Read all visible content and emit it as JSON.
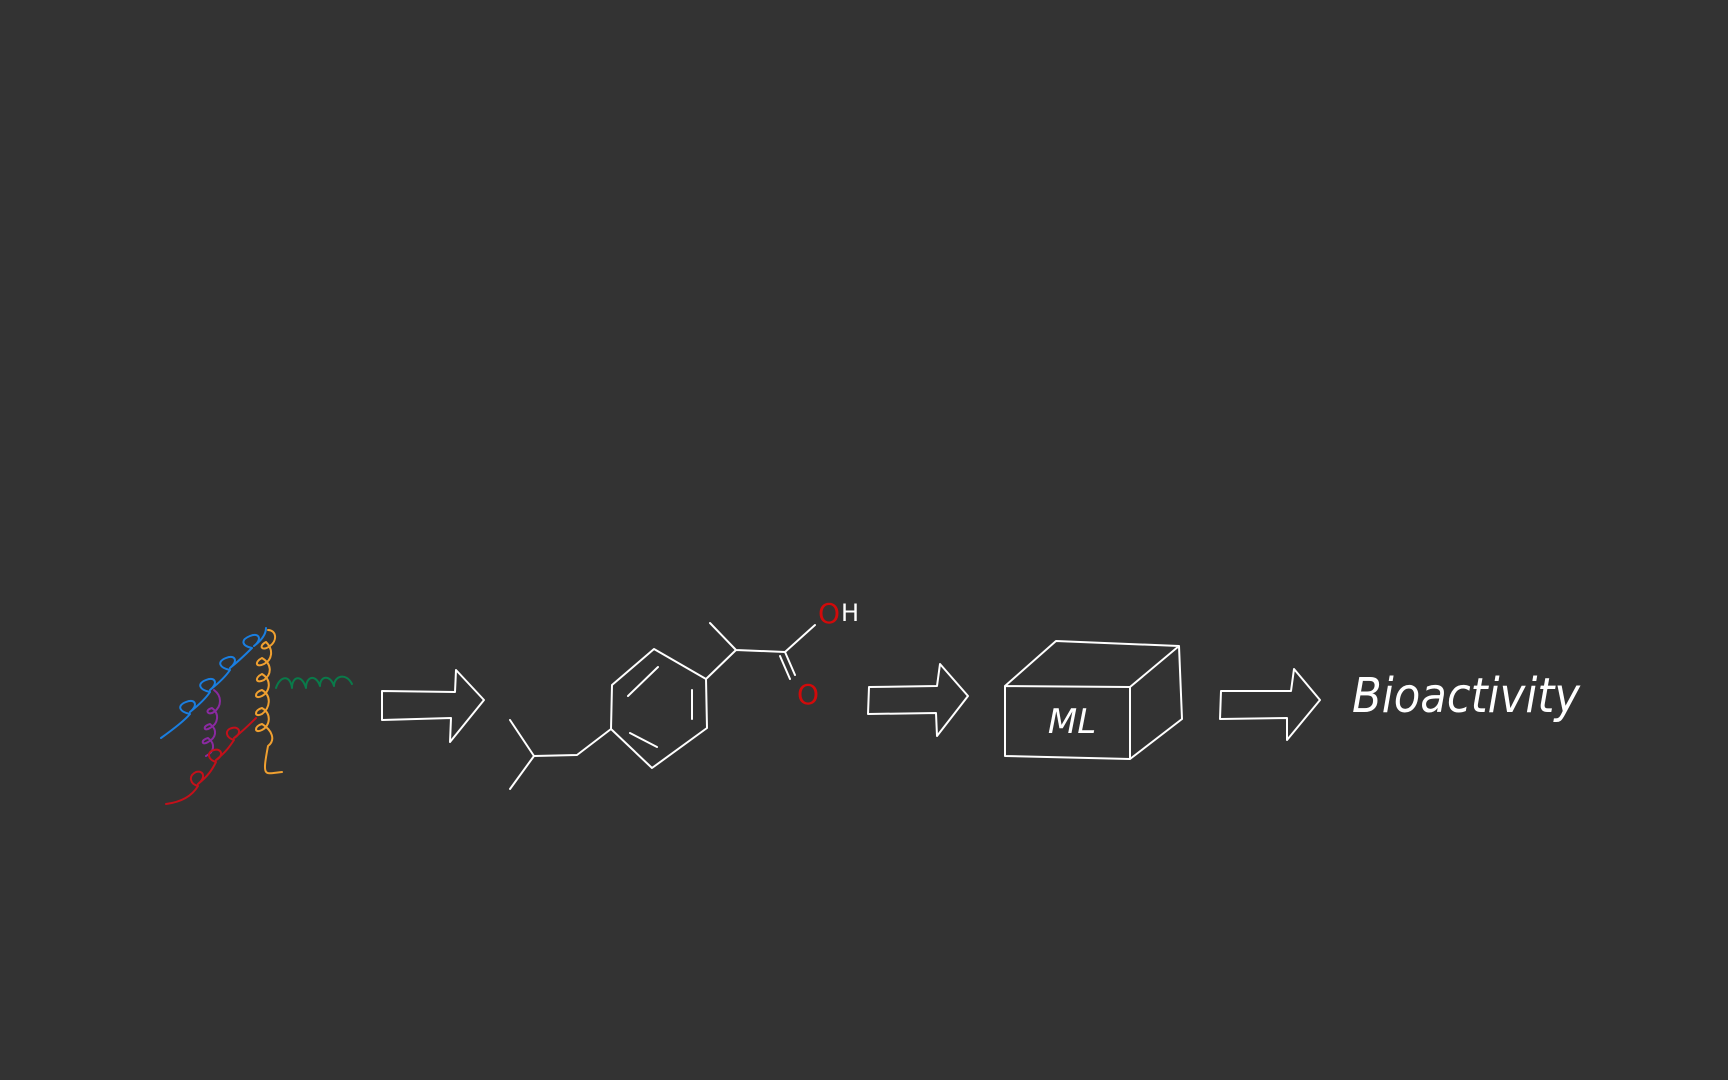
{
  "colors": {
    "background": "#333333",
    "ink": "#ffffff",
    "oxygen": "#d10a0a",
    "helix_blue": "#1a7ee0",
    "helix_orange": "#f0a030",
    "helix_green": "#0a7a4a",
    "helix_purple": "#8a2aa0",
    "helix_red": "#c4101a"
  },
  "molecule": {
    "atom_oh": {
      "o": "O",
      "h": "H"
    },
    "atom_o": "O"
  },
  "ml_box": {
    "label": "ML"
  },
  "output": {
    "label": "Bioactivity"
  },
  "icons": [
    "protein-helix-bundle-icon",
    "arrow-right-icon",
    "ibuprofen-molecule-icon",
    "ml-box-icon"
  ]
}
